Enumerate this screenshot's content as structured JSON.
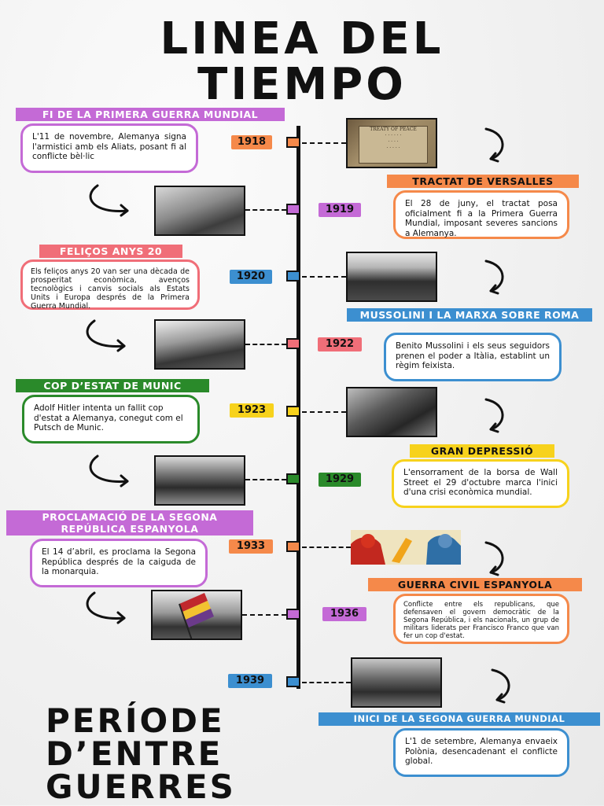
{
  "title": {
    "line1": "LINEA DEL",
    "line2": "TIEMPO"
  },
  "subtitle": {
    "line1": "PERÍODE",
    "line2": "D’ENTRE",
    "line3": "GUERRES"
  },
  "colors": {
    "purple": "#c46ad6",
    "orange": "#f5894a",
    "blue": "#3c8fd0",
    "red": "#f06e78",
    "green": "#2a8a2a",
    "yellow": "#f7d21c"
  },
  "events": [
    {
      "year": "1918",
      "title": "FI DE LA PRIMERA GUERRA MUNDIAL",
      "text": "L'11 de novembre, Alemanya signa l'armistici amb els Aliats, posant fi al conflicte bèl·lic"
    },
    {
      "year": "1919",
      "title": "TRACTAT DE VERSALLES",
      "text": "El 28 de juny, el tractat posa oficialment fi a la Primera Guerra Mundial, imposant severes sancions a Alemanya."
    },
    {
      "year": "1920",
      "title": "FELIÇOS ANYS 20",
      "text": "Els feliços anys 20 van ser una dècada de prosperitat econòmica, avenços tecnològics i canvis socials als Estats Units i Europa després de la Primera Guerra Mundial."
    },
    {
      "year": "1922",
      "title": "MUSSOLINI I LA MARXA SOBRE ROMA",
      "text": "Benito Mussolini i els seus seguidors prenen el poder a Itàlia, establint un règim feixista."
    },
    {
      "year": "1923",
      "title": "COP D’ESTAT DE MUNIC",
      "text": "Adolf Hitler intenta un fallit cop d'estat a Alemanya, conegut com el Putsch de Munic."
    },
    {
      "year": "1929",
      "title": "GRAN DEPRESSIÓ",
      "text": "L'ensorrament de la borsa de Wall Street el 29 d'octubre marca l'inici d'una crisi econòmica mundial."
    },
    {
      "year": "1933",
      "title": "PROCLAMACIÓ DE LA SEGONA REPÚBLICA ESPANYOLA",
      "text": "El 14 d’abril, es proclama la Segona República després de la caiguda de la monarquia."
    },
    {
      "year": "1936",
      "title": "GUERRA CIVIL ESPANYOLA",
      "text": "Conflicte entre els republicans, que defensaven el govern democràtic de la Segona República, i els nacionals, un grup de militars liderats per Francisco Franco que van fer un cop d'estat."
    },
    {
      "year": "1939",
      "title": "INICI DE LA SEGONA GUERRA MUNDIAL",
      "text": "L'1 de setembre, Alemanya envaeix Polònia, desencadenant el conflicte global."
    }
  ]
}
